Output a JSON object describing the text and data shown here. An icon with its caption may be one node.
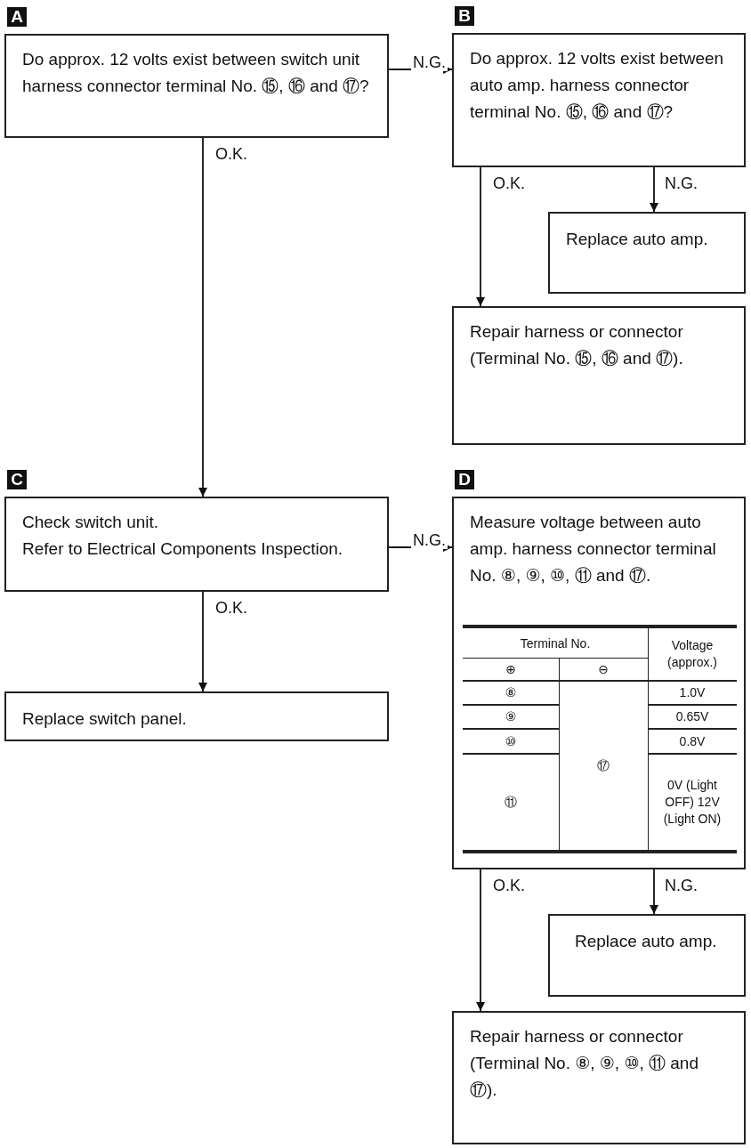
{
  "diagram": {
    "nodes": [
      {
        "text": [
          "Do approx. 12 volts exist between switch unit harness connector terminal No. ⑮, ⑯ and ⑰?"
        ],
        "beside": [
          "A"
        ]
      },
      {
        "text": [
          "Do approx. 12 volts exist between auto amp. harness connector terminal No. ⑮, ⑯ and ⑰?"
        ],
        "beside": [
          "B"
        ]
      },
      {
        "text": [
          "Replace auto amp."
        ]
      },
      {
        "text": [
          "Repair harness or connector",
          "(Terminal No. ⑮, ⑯ and ⑰)."
        ]
      },
      {
        "text": [
          "Check switch unit.",
          "Refer to Electrical Components Inspection."
        ],
        "beside": [
          "C"
        ]
      },
      {
        "text": [
          "Measure voltage between auto amp. harness connector terminal No. ⑧, ⑨, ⑩, ⑪ and ⑰."
        ],
        "beside": [
          "D"
        ]
      },
      {
        "text": [
          "Replace switch panel."
        ]
      },
      {
        "text": [
          "Replace auto amp."
        ]
      },
      {
        "text": [
          "Repair harness or connector",
          "(Terminal No. ⑧, ⑨, ⑩, ⑪ and ⑰)."
        ]
      }
    ],
    "edges": [
      {
        "from": 0,
        "to": 1,
        "arrow": "to",
        "label": "N.G."
      },
      {
        "from": 0,
        "to": 4,
        "arrow": "to",
        "label": "O.K."
      },
      {
        "from": 1,
        "to": 3,
        "arrow": "to",
        "label": "O.K."
      },
      {
        "from": 1,
        "to": 2,
        "arrow": "to",
        "label": "N.G."
      },
      {
        "from": 4,
        "to": 5,
        "arrow": "to",
        "label": "N.G."
      },
      {
        "from": 4,
        "to": 6,
        "arrow": "to",
        "label": "O.K."
      },
      {
        "from": 5,
        "to": 8,
        "arrow": "to",
        "label": "O.K."
      },
      {
        "from": 5,
        "to": 7,
        "arrow": "to",
        "label": "N.G."
      }
    ],
    "labels": [
      "Terminal No.",
      "Voltage (approx.)",
      "⊕",
      "⊖",
      "⑧",
      "⑰",
      "1.0V",
      "⑨",
      "0.65V",
      "⑩",
      "0.8V",
      "⑪",
      "0V (Light OFF) 12V (Light ON)"
    ]
  }
}
